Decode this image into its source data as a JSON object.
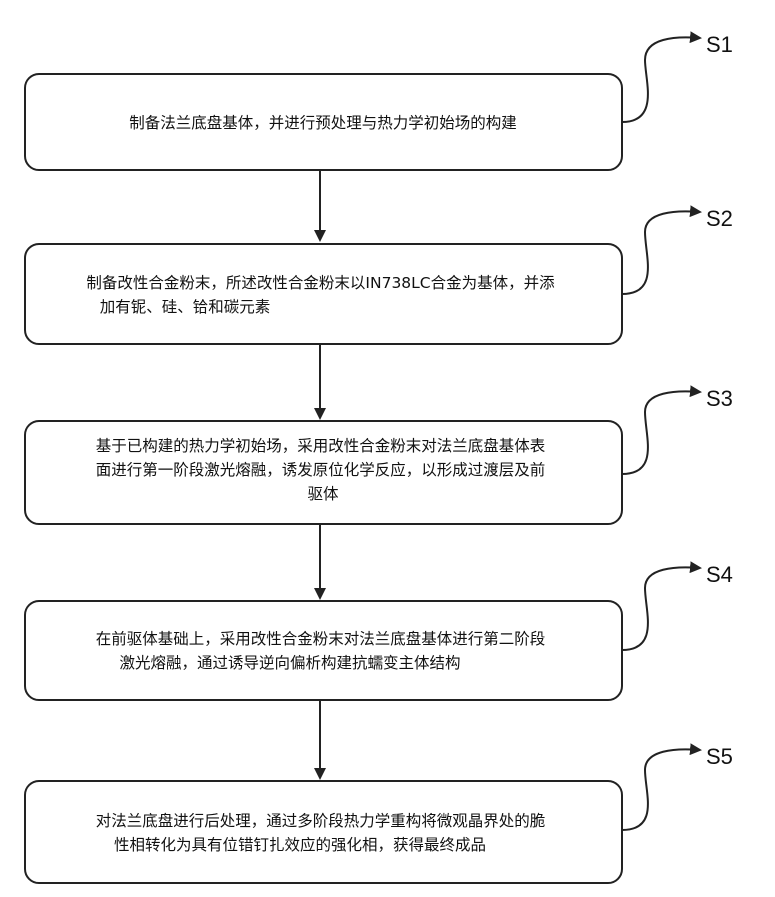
{
  "steps": [
    {
      "label": "S1",
      "lines": [
        "制备法兰底盘基体，并进行预处理与热力学初始场的构建"
      ]
    },
    {
      "label": "S2",
      "lines": [
        "制备改性合金粉末，所述改性合金粉末以IN738LC合金为基体，并添",
        "加有铌、硅、铪和碳元素"
      ]
    },
    {
      "label": "S3",
      "lines": [
        "基于已构建的热力学初始场，采用改性合金粉末对法兰底盘基体表",
        "面进行第一阶段激光熔融，诱发原位化学反应，以形成过渡层及前",
        "驱体"
      ]
    },
    {
      "label": "S4",
      "lines": [
        "在前驱体基础上，采用改性合金粉末对法兰底盘基体进行第二阶段",
        "激光熔融，通过诱导逆向偏析构建抗蠕变主体结构"
      ]
    },
    {
      "label": "S5",
      "lines": [
        "对法兰底盘进行后处理，通过多阶段热力学重构将微观晶界处的脆",
        "性相转化为具有位错钉扎效应的强化相，获得最终成品"
      ]
    }
  ]
}
